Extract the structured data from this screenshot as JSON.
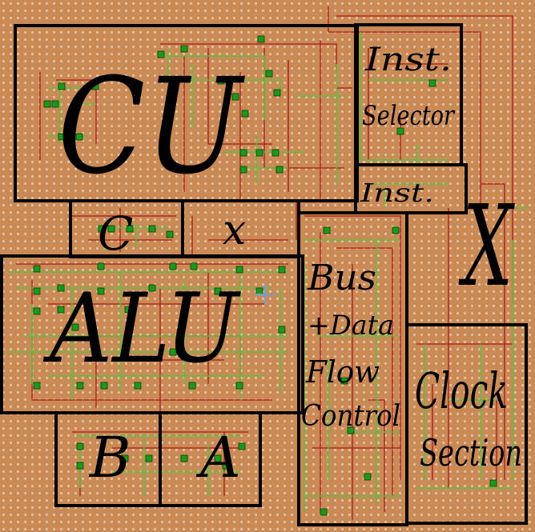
{
  "colors": {
    "board": "#c98a55",
    "pad": "#e2bfa0",
    "red_trace": "#b01818",
    "green_trace": "#3ecf3e",
    "component": "#1a9a1a",
    "outline": "#000000"
  },
  "regions": [
    {
      "id": "cu",
      "label": "CU"
    },
    {
      "id": "inst-selector",
      "label": "Inst. Selector"
    },
    {
      "id": "inst",
      "label": "Inst."
    },
    {
      "id": "c",
      "label": "C"
    },
    {
      "id": "x-small",
      "label": "x"
    },
    {
      "id": "x-large",
      "label": "X"
    },
    {
      "id": "alu",
      "label": "ALU"
    },
    {
      "id": "bus",
      "label": "Bus + Data Flow Control"
    },
    {
      "id": "clock",
      "label": "Clock Section"
    },
    {
      "id": "b",
      "label": "B"
    },
    {
      "id": "a",
      "label": "A"
    }
  ],
  "text": {
    "cu": "CU",
    "inst_selector_1": "Inst.",
    "inst_selector_2": "Selector",
    "inst": "Inst.",
    "c": "C",
    "x_small": "x",
    "x_large": "X",
    "alu": "ALU",
    "bus_1": "Bus",
    "bus_2": "+Data",
    "bus_3": "Flow",
    "bus_4": "Control",
    "clock_1": "Clock",
    "clock_2": "Section",
    "b": "B",
    "a": "A"
  }
}
